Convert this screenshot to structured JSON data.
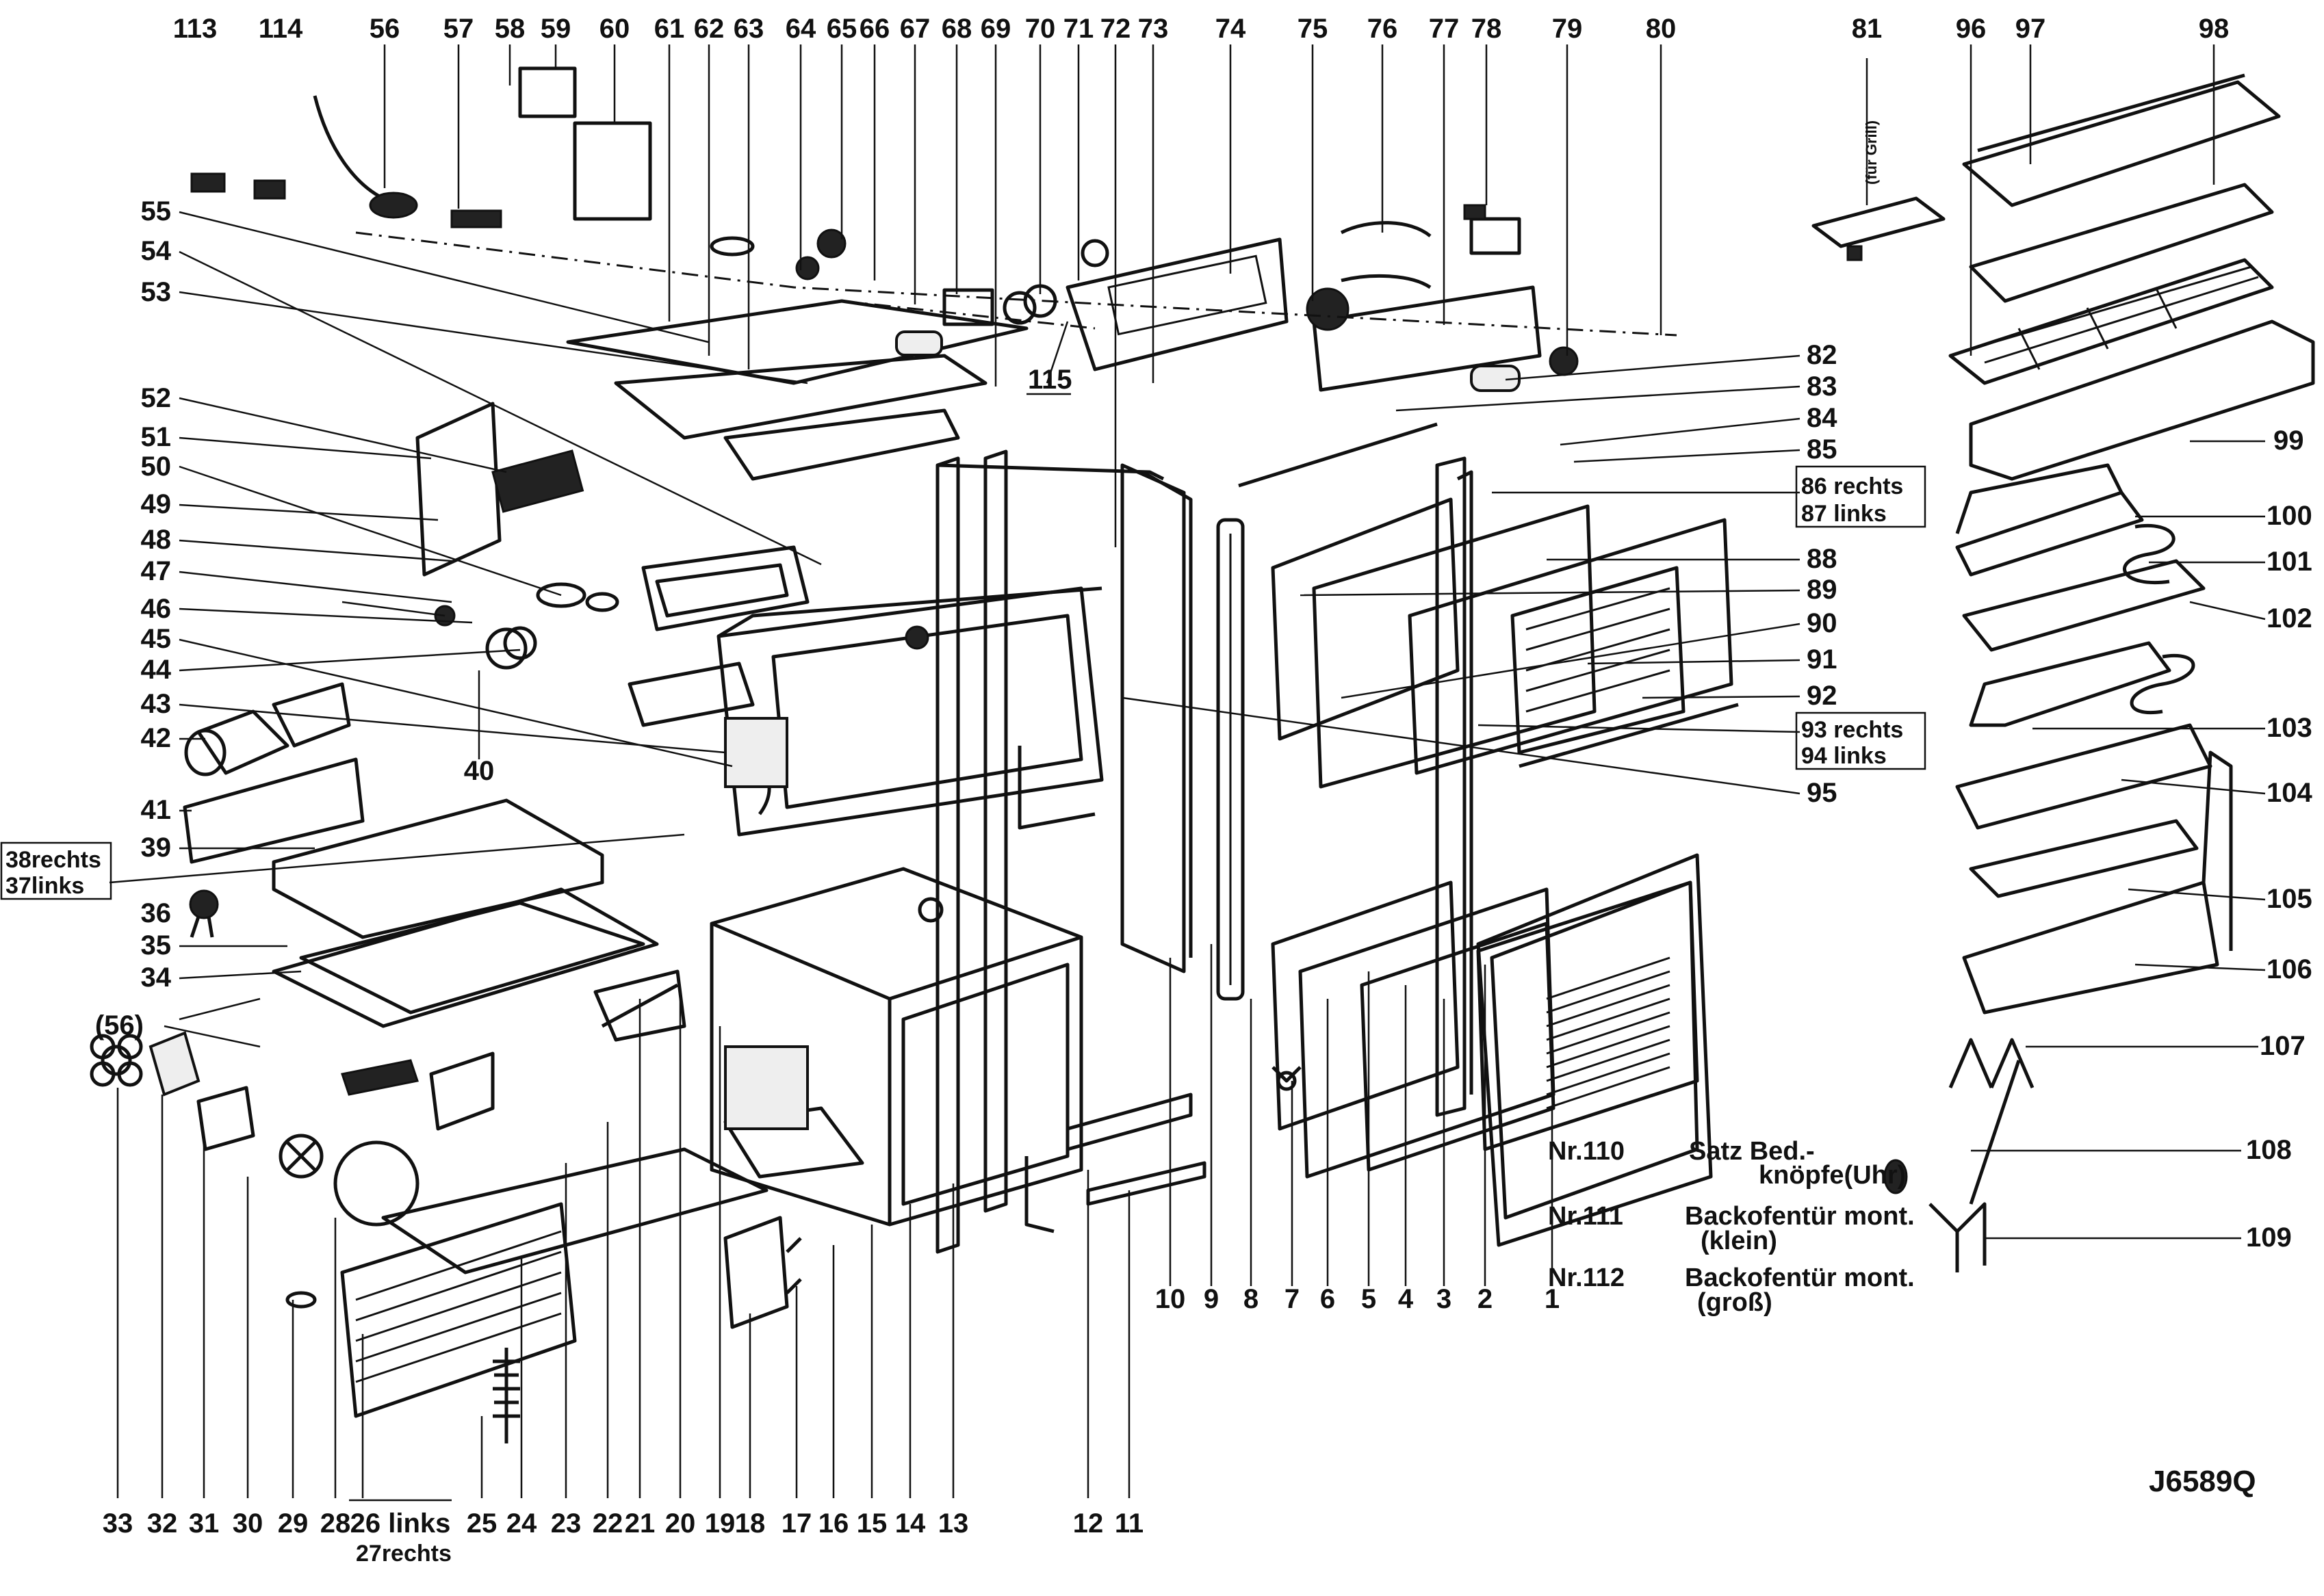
{
  "labels": {
    "top": [
      "113",
      "114",
      "56",
      "57",
      "58",
      "59",
      "60",
      "61",
      "62",
      "63",
      "64",
      "65",
      "66",
      "67",
      "68",
      "69",
      "70",
      "71",
      "72",
      "73",
      "74",
      "75",
      "76",
      "77",
      "78",
      "79",
      "80",
      "81",
      "96",
      "97",
      "98"
    ],
    "left": [
      "55",
      "54",
      "53",
      "52",
      "51",
      "50",
      "49",
      "48",
      "47",
      "46",
      "45",
      "44",
      "43",
      "42",
      "41",
      "39",
      "36",
      "35",
      "34",
      "(56)",
      "40"
    ],
    "bottom": [
      "33",
      "32",
      "31",
      "30",
      "29",
      "28",
      "26 links",
      "25",
      "24",
      "23",
      "22",
      "21",
      "20",
      "19",
      "18",
      "17",
      "16",
      "15",
      "14",
      "13",
      "12",
      "11",
      "10",
      "9",
      "8",
      "7",
      "6",
      "5",
      "4",
      "3",
      "2",
      "1"
    ],
    "right": [
      "82",
      "83",
      "84",
      "85",
      "88",
      "89",
      "90",
      "91",
      "92",
      "95",
      "99",
      "100",
      "101",
      "102",
      "103",
      "104",
      "105",
      "106",
      "107",
      "108",
      "109",
      "115"
    ],
    "boxed": {
      "left_box": [
        "38rechts",
        "37links"
      ],
      "right_box_1": [
        "86 rechts",
        "87 links"
      ],
      "right_box_2": [
        "93 rechts",
        "94 links"
      ]
    },
    "sub_bottom": "27rechts",
    "rotated_grill": "(für Grill)"
  },
  "notes": [
    {
      "num": "Nr.110",
      "text1": "Satz  Bed.-",
      "text2": "knöpfe(Uhr)"
    },
    {
      "num": "Nr.111",
      "text1": "Backofentür mont.",
      "text2": "(klein)"
    },
    {
      "num": "Nr.112",
      "text1": "Backofentür mont.",
      "text2": "(groß)"
    }
  ],
  "drawing_code": "J6589Q"
}
